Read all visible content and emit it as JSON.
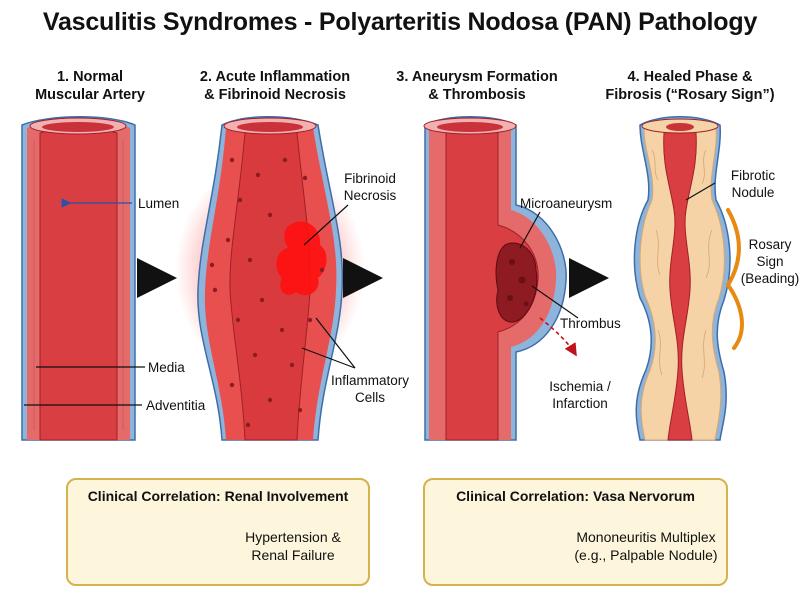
{
  "title": "Vasculitis Syndromes - Polyarteritis Nodosa (PAN) Pathology",
  "stages": [
    {
      "heading": "1. Normal\nMuscular Artery"
    },
    {
      "heading": "2. Acute Inflammation\n& Fibrinoid Necrosis"
    },
    {
      "heading": "3. Aneurysm Formation\n& Thrombosis"
    },
    {
      "heading": "4. Healed Phase &\nFibrosis (“Rosary Sign”)"
    }
  ],
  "labels": {
    "lumen": "Lumen",
    "media": "Media",
    "adventitia": "Adventitia",
    "fibrinoid_necrosis": "Fibrinoid\nNecrosis",
    "inflammatory_cells": "Inflammatory\nCells",
    "microaneurysm": "Microaneurysm",
    "thrombus": "Thrombus",
    "ischemia": "Ischemia /\nInfarction",
    "fibrotic_nodule": "Fibrotic\nNodule",
    "rosary_sign": "Rosary\nSign\n(Beading)"
  },
  "clinical": [
    {
      "title": "Clinical Correlation: Renal Involvement",
      "outcome": "Hypertension &\nRenal Failure"
    },
    {
      "title": "Clinical Correlation: Vasa Nervorum",
      "outcome": "Mononeuritis Multiplex\n(e.g., Palpable Nodule)"
    }
  ],
  "colors": {
    "adventitia": "#8fb4dc",
    "media": "#e56a6a",
    "lumen": "#d93e42",
    "inflammation": "#ff2a2a",
    "thrombus": "#8e1a22",
    "fibrosis": "#f6d3a6",
    "rosary": "#e88a12",
    "box_fill": "#fdf6dc",
    "box_border": "#d4b24c"
  }
}
